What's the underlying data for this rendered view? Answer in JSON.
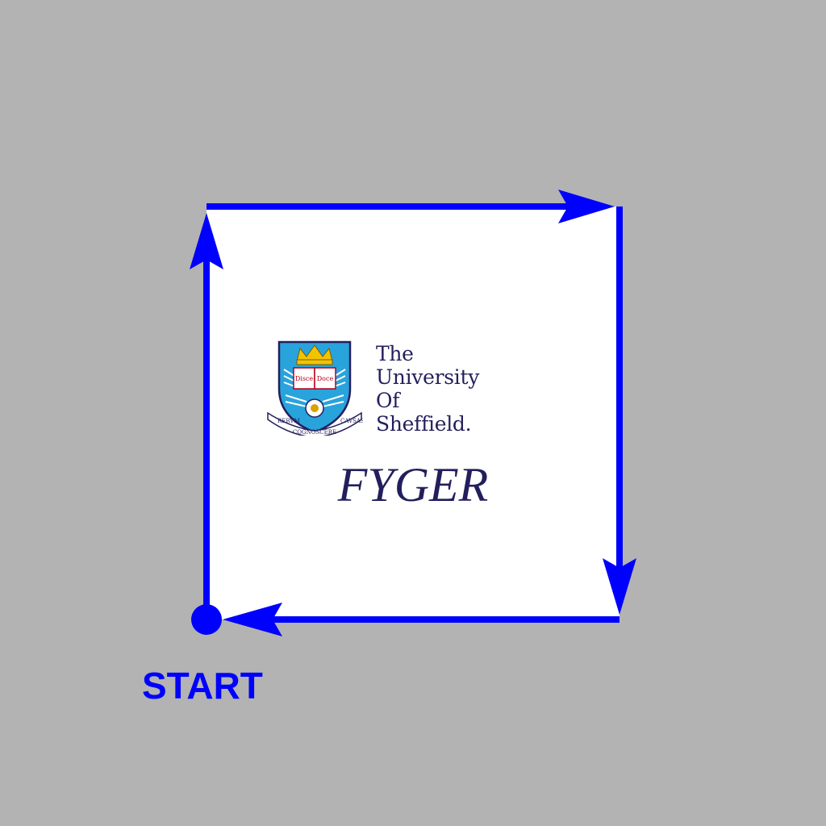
{
  "logo": {
    "lines": [
      "The",
      "University",
      "Of",
      "Sheffield."
    ],
    "motto_book_left": "Disce",
    "motto_book_right": "Doce",
    "scroll_left": "RERVM",
    "scroll_center": "COGNOSCERE",
    "scroll_right": "CAVSAS"
  },
  "app_name": "FYGER",
  "start_label": "START",
  "colors": {
    "background": "#b3b3b3",
    "card": "#ffffff",
    "path": "#0000ff",
    "brand_navy": "#231f5c",
    "shield_blue": "#29a3dc",
    "crown_gold": "#f2c400"
  },
  "icons": [
    "start-dot-icon",
    "arrow-up-icon",
    "arrow-right-icon",
    "arrow-down-icon",
    "arrow-left-icon",
    "university-crest-icon"
  ]
}
